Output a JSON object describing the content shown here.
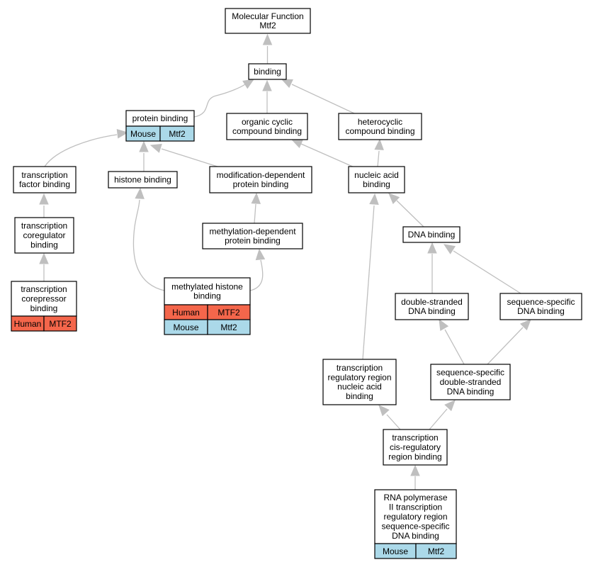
{
  "colors": {
    "human": "#f4664b",
    "mouse": "#abd9e9",
    "edge": "#bfbfbf"
  },
  "nodes": [
    {
      "id": "mf",
      "lines": [
        "Molecular Function",
        "Mtf2"
      ]
    },
    {
      "id": "binding",
      "lines": [
        "binding"
      ]
    },
    {
      "id": "protein",
      "lines": [
        "protein binding"
      ],
      "annotations": [
        {
          "species": "Mouse",
          "gene": "Mtf2",
          "color": "mouse"
        }
      ]
    },
    {
      "id": "organic",
      "lines": [
        "organic cyclic",
        "compound binding"
      ]
    },
    {
      "id": "hetero",
      "lines": [
        "heterocyclic",
        "compound binding"
      ]
    },
    {
      "id": "tfbind",
      "lines": [
        "transcription",
        "factor binding"
      ]
    },
    {
      "id": "histone",
      "lines": [
        "histone binding"
      ]
    },
    {
      "id": "moddep",
      "lines": [
        "modification-dependent",
        "protein binding"
      ]
    },
    {
      "id": "nucleic",
      "lines": [
        "nucleic acid",
        "binding"
      ]
    },
    {
      "id": "coreg",
      "lines": [
        "transcription",
        "coregulator",
        "binding"
      ]
    },
    {
      "id": "methdep",
      "lines": [
        "methylation-dependent",
        "protein binding"
      ]
    },
    {
      "id": "dna",
      "lines": [
        "DNA binding"
      ]
    },
    {
      "id": "corep",
      "lines": [
        "transcription",
        "corepressor",
        "binding"
      ],
      "annotations": [
        {
          "species": "Human",
          "gene": "MTF2",
          "color": "human"
        }
      ]
    },
    {
      "id": "methhist",
      "lines": [
        "methylated histone",
        "binding"
      ],
      "annotations": [
        {
          "species": "Human",
          "gene": "MTF2",
          "color": "human"
        },
        {
          "species": "Mouse",
          "gene": "Mtf2",
          "color": "mouse"
        }
      ]
    },
    {
      "id": "dsdna",
      "lines": [
        "double-stranded",
        "DNA binding"
      ]
    },
    {
      "id": "ssdna",
      "lines": [
        "sequence-specific",
        "DNA binding"
      ]
    },
    {
      "id": "treg",
      "lines": [
        "transcription",
        "regulatory region",
        "nucleic acid",
        "binding"
      ]
    },
    {
      "id": "ssds",
      "lines": [
        "sequence-specific",
        "double-stranded",
        "DNA binding"
      ]
    },
    {
      "id": "cisreg",
      "lines": [
        "transcription",
        "cis-regulatory",
        "region binding"
      ]
    },
    {
      "id": "rnapol",
      "lines": [
        "RNA polymerase",
        "II transcription",
        "regulatory region",
        "sequence-specific",
        "DNA binding"
      ],
      "annotations": [
        {
          "species": "Mouse",
          "gene": "Mtf2",
          "color": "mouse"
        }
      ]
    }
  ]
}
